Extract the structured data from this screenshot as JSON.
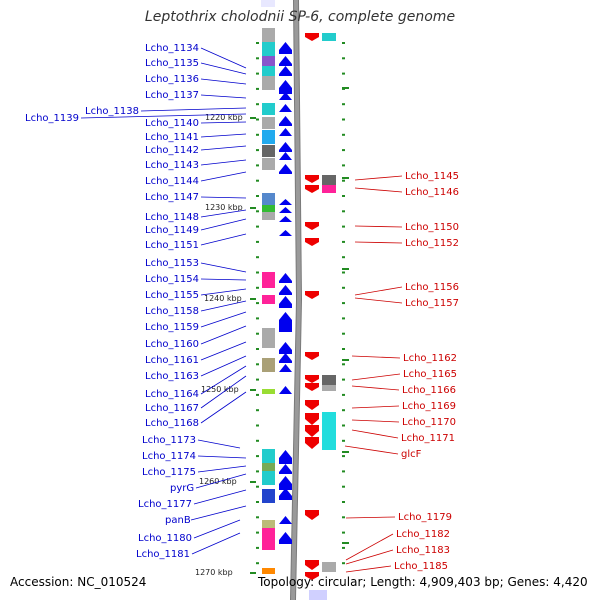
{
  "title": "Leptothrix cholodnii SP-6, complete genome",
  "accession": "Accession: NC_010524",
  "topology": "Topology: circular; Length: 4,909,403 bp; Genes: 4,420",
  "colors": {
    "left_label": "#0000cc",
    "right_label": "#cc0000",
    "forward_arrow": "#0000ee",
    "reverse_arrow": "#ee0000",
    "backbone": "#9a9a9a",
    "tick": "#228b22"
  },
  "scale_ticks": [
    "1220 kbp",
    "1230 kbp",
    "1240 kbp",
    "1250 kbp",
    "1260 kbp",
    "1270 kbp"
  ],
  "left_genes": [
    "Lcho_1134",
    "Lcho_1135",
    "Lcho_1136",
    "Lcho_1137",
    "Lcho_1138",
    "Lcho_1139",
    "Lcho_1140",
    "Lcho_1141",
    "Lcho_1142",
    "Lcho_1143",
    "Lcho_1144",
    "Lcho_1147",
    "Lcho_1148",
    "Lcho_1149",
    "Lcho_1151",
    "Lcho_1153",
    "Lcho_1154",
    "Lcho_1155",
    "Lcho_1158",
    "Lcho_1159",
    "Lcho_1160",
    "Lcho_1161",
    "Lcho_1163",
    "Lcho_1164",
    "Lcho_1167",
    "Lcho_1168",
    "Lcho_1173",
    "Lcho_1174",
    "Lcho_1175",
    "pyrG",
    "Lcho_1177",
    "panB",
    "Lcho_1180",
    "Lcho_1181"
  ],
  "right_genes": [
    "Lcho_1145",
    "Lcho_1146",
    "Lcho_1150",
    "Lcho_1152",
    "Lcho_1156",
    "Lcho_1157",
    "Lcho_1162",
    "Lcho_1165",
    "Lcho_1166",
    "Lcho_1169",
    "Lcho_1170",
    "Lcho_1171",
    "glcF",
    "Lcho_1179",
    "Lcho_1182",
    "Lcho_1183",
    "Lcho_1185"
  ]
}
